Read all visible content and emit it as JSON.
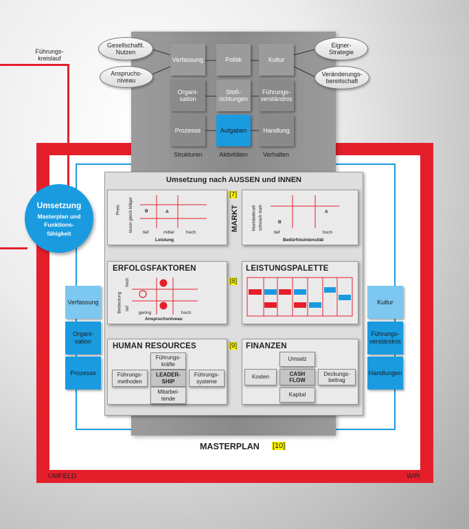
{
  "labels": {
    "fuehrungskreislauf": "Führungs-\nkreislauf",
    "umfeld": "UMFELD",
    "wir": "WIR",
    "masterplan": "MASTERPLAN",
    "masterplan_tag": "[10]"
  },
  "circle": {
    "title": "Umsetzung",
    "subtitle": "Masterplan und Funktions-\nfähigkeit"
  },
  "ovals": {
    "gesellschaftl": "Gesellschaftl.\nNutzen",
    "anspruchs": "Anspruchs-\nniveau",
    "eigner": "Eigner-\nStrategie",
    "veraenderung": "Veränderungs-\nbereitschaft"
  },
  "grid": {
    "verfassung": "Verfassung",
    "politik": "Politik",
    "kultur": "Kultur",
    "organisation": "Organi-\nsation",
    "stoss": "Stoß-\nrichtungen",
    "fuehrungsverst": "Führungs-\nverständnis",
    "prozesse": "Prozesse",
    "aufgaben": "Aufgaben",
    "handlung": "Handlung",
    "strukturen": "Strukturen",
    "aktivitaeten": "Aktivitäten",
    "verhalten": "Verhalten"
  },
  "center": {
    "title": "Umsetzung nach AUSSEN und INNEN",
    "markt_label": "MARKT",
    "tag7": "[7]",
    "tag8": "[8]",
    "tag9": "[9]"
  },
  "markt_left": {
    "y_top": "Preis",
    "y_sub": "teurer gleich billiger",
    "cell_b": "B",
    "cell_a": "A",
    "x1": "tief",
    "x2": "mittel",
    "x3": "hoch",
    "xlabel": "Leistung"
  },
  "markt_right": {
    "y_top": "Marktteilkraft",
    "y_sub": "schwach  stark",
    "cell_a": "A",
    "cell_b": "B",
    "x1": "tief",
    "x2": "hoch",
    "xlabel": "Bedürfnisintensität"
  },
  "erfolg": {
    "title": "ERFOLGSFAKTOREN",
    "y_label": "Bedeutung",
    "y_hoch": "hoch",
    "y_tief": "tief",
    "x1": "gering",
    "x2": "hoch",
    "xlabel": "Anspruchsniveau"
  },
  "leistung": {
    "title": "LEISTUNGSPALETTE"
  },
  "hr": {
    "title": "HUMAN RESOURCES",
    "fuehrungskraefte": "Führungs-\nkräfte",
    "methoden": "Führungs-\nmethoden",
    "leadership": "LEADER-\nSHIP",
    "systeme": "Führungs-\nsysteme",
    "mitarbeitende": "Mitarbei-\ntende"
  },
  "finanzen": {
    "title": "FINANZEN",
    "umsatz": "Umsatz",
    "kosten": "Kosten",
    "cashflow": "CASH\nFLOW",
    "deckung": "Deckungs-\nbeitrag",
    "kapital": "Kapital"
  },
  "side_left": [
    "Verfassung",
    "Organi-\nsation",
    "Prozesse"
  ],
  "side_right": [
    "Kultur",
    "Führungs-\nverständnis",
    "Handlungen"
  ],
  "colors": {
    "red": "#e41f2b",
    "blue": "#1a9be0",
    "gray": "#8a8a8a",
    "yellow": "#f8f200"
  }
}
